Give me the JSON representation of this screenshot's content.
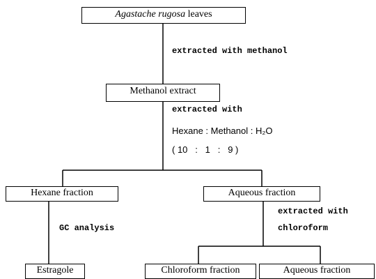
{
  "nodes": {
    "start": {
      "italic_part": "Agastache rugosa",
      "rest": " leaves"
    },
    "methanol_extract": "Methanol extract",
    "hexane_fraction": "Hexane fraction",
    "aqueous_fraction_1": "Aqueous fraction",
    "estragole": "Estragole",
    "chloroform_fraction": "Chloroform fraction",
    "aqueous_fraction_2": "Aqueous fraction"
  },
  "steps": {
    "extract_methanol": "extracted with methanol",
    "extract_with": "extracted with",
    "solvent_mix": "Hexane : Methanol : H₂O",
    "solvent_ratio": "( 10   :   1   :   9 )",
    "gc_analysis": "GC analysis",
    "extract_with_2": "extracted with",
    "chloroform": "chloroform"
  }
}
